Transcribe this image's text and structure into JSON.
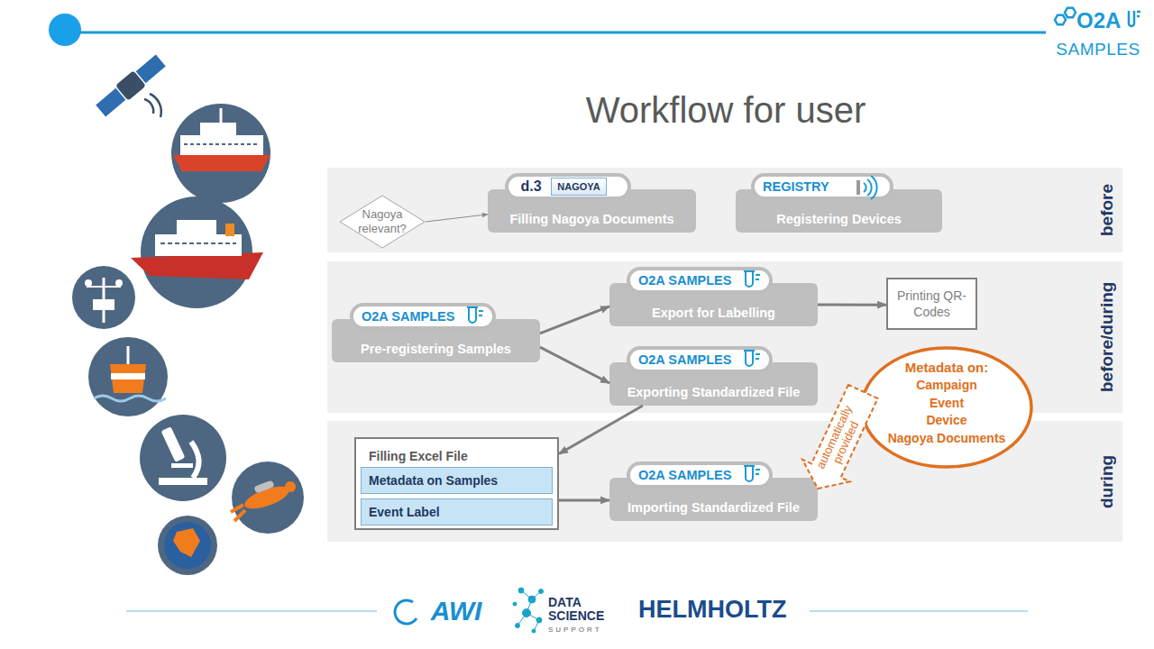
{
  "diagram": {
    "title": "Workflow for user",
    "nodes": [
      {
        "text": [
          "before"
        ]
      },
      {
        "text": [
          "Nagoya relevant?"
        ],
        "in": 0
      },
      {
        "text": [
          "d.3",
          "NAGOYA",
          "Filling Nagoya Documents"
        ],
        "in": 0
      },
      {
        "text": [
          "REGISTRY",
          "Registering Devices"
        ],
        "in": 0
      },
      {
        "text": [
          "before/during"
        ]
      },
      {
        "text": [
          "O2A SAMPLES",
          "Pre-registering Samples"
        ],
        "in": 4
      },
      {
        "text": [
          "O2A SAMPLES",
          "Export for Labelling"
        ],
        "in": 4
      },
      {
        "text": [
          "Printing QR-Codes"
        ],
        "in": 4
      },
      {
        "text": [
          "O2A SAMPLES",
          "Exporting Standardized File"
        ],
        "in": 4
      },
      {
        "text": [
          "during"
        ]
      },
      {
        "text": [
          "Filling Excel File"
        ],
        "in": 9
      },
      {
        "text": [
          "Metadata on Samples"
        ],
        "in": 10
      },
      {
        "text": [
          "Event Label"
        ],
        "in": 10
      },
      {
        "text": [
          "O2A SAMPLES",
          "Importing Standardized File"
        ],
        "in": 9
      },
      {
        "text": [
          "Metadata on:",
          "Campaign Event Device Nagoya Documents"
        ]
      }
    ],
    "edges": [
      {
        "from": 1,
        "to": 2,
        "arrow": "to"
      },
      {
        "from": 5,
        "to": 6,
        "arrow": "to"
      },
      {
        "from": 5,
        "to": 8,
        "arrow": "to"
      },
      {
        "from": 6,
        "to": 7,
        "arrow": "to"
      },
      {
        "from": 8,
        "to": 10,
        "arrow": "to"
      },
      {
        "from": 10,
        "to": 13,
        "arrow": "to"
      },
      {
        "from": 14,
        "to": 13,
        "label": "automatically provided",
        "arrow": "to"
      }
    ],
    "labels": [
      "O2A",
      "SAMPLES",
      "AWI",
      "DATA SCIENCE",
      "SUPPORT",
      "HELMHOLTZ"
    ]
  }
}
